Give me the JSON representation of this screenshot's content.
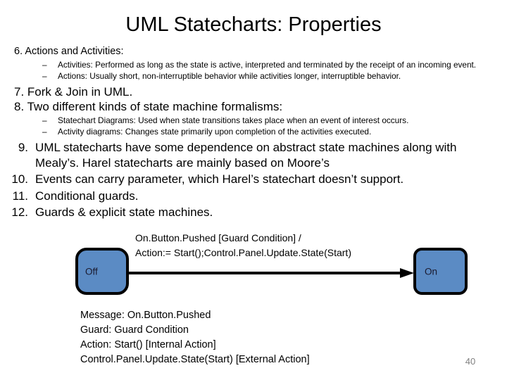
{
  "slide": {
    "title": "UML Statecharts: Properties",
    "page_number": "40"
  },
  "outline": [
    {
      "level": 1,
      "text": "6. Actions and Activities:"
    },
    {
      "level": 2,
      "text": "Activities: Performed as long as the state is active, interpreted and terminated by the receipt of an incoming event."
    },
    {
      "level": 2,
      "text": "Actions: Usually short, non-interruptible behavior while activities longer, interruptible behavior."
    },
    {
      "level": 1,
      "text": "7. Fork & Join in UML."
    },
    {
      "level": 1,
      "text": "8. Two different kinds of state machine formalisms:"
    },
    {
      "level": 2,
      "text": "Statechart Diagrams: Used when state transitions takes place when an event of interest occurs."
    },
    {
      "level": 2,
      "text": "Activity diagrams: Changes state primarily upon completion of the activities executed."
    },
    {
      "level": 1,
      "number": "9.",
      "text": "UML statecharts have some dependence on abstract state machines along with Mealy’s. Harel statecharts are mainly based on Moore’s"
    },
    {
      "level": 1,
      "number": "10.",
      "text": "Events can carry parameter, which Harel’s statechart doesn’t support."
    },
    {
      "level": 1,
      "number": "11.",
      "text": "Conditional guards."
    },
    {
      "level": 1,
      "number": "12.",
      "text": "Guards & explicit state machines."
    }
  ],
  "items": {
    "i6": "6. Actions and Activities:",
    "i6a": "Activities: Performed as long as the state is active, interpreted and terminated by the receipt of an incoming event.",
    "i6b": "Actions: Usually short, non-interruptible behavior while activities longer, interruptible behavior.",
    "i7": "7. Fork & Join in UML.",
    "i8": "8. Two different kinds of state machine formalisms:",
    "i8a": "Statechart Diagrams: Used when state transitions takes place when an event of interest occurs.",
    "i8b": "Activity diagrams: Changes state primarily upon completion of the activities executed.",
    "i9_num": "9.",
    "i9": "UML statecharts have some dependence on abstract state machines along with Mealy’s. Harel statecharts are mainly based on Moore’s",
    "i10_num": "10.",
    "i10": "Events can carry parameter, which Harel’s statechart doesn’t support.",
    "i11_num": "11.",
    "i11": "Conditional guards.",
    "i12_num": "12.",
    "i12": "Guards & explicit state machines.",
    "dash": "–"
  },
  "diagram": {
    "states": [
      {
        "id": "off",
        "label": "Off"
      },
      {
        "id": "on",
        "label": "On"
      }
    ],
    "transition": {
      "from": "Off",
      "to": "On",
      "label_line1": "On.Button.Pushed [Guard Condition] /",
      "label_line2": "Action:= Start();Control.Panel.Update.State(Start)"
    },
    "fill_color": "#5B8BC4",
    "stroke_color": "#000000"
  },
  "legend": {
    "message": "Message: On.Button.Pushed",
    "guard": "Guard: Guard Condition",
    "action_internal": "Action: Start() [Internal Action]",
    "action_external": "Control.Panel.Update.State(Start) [External Action]"
  }
}
